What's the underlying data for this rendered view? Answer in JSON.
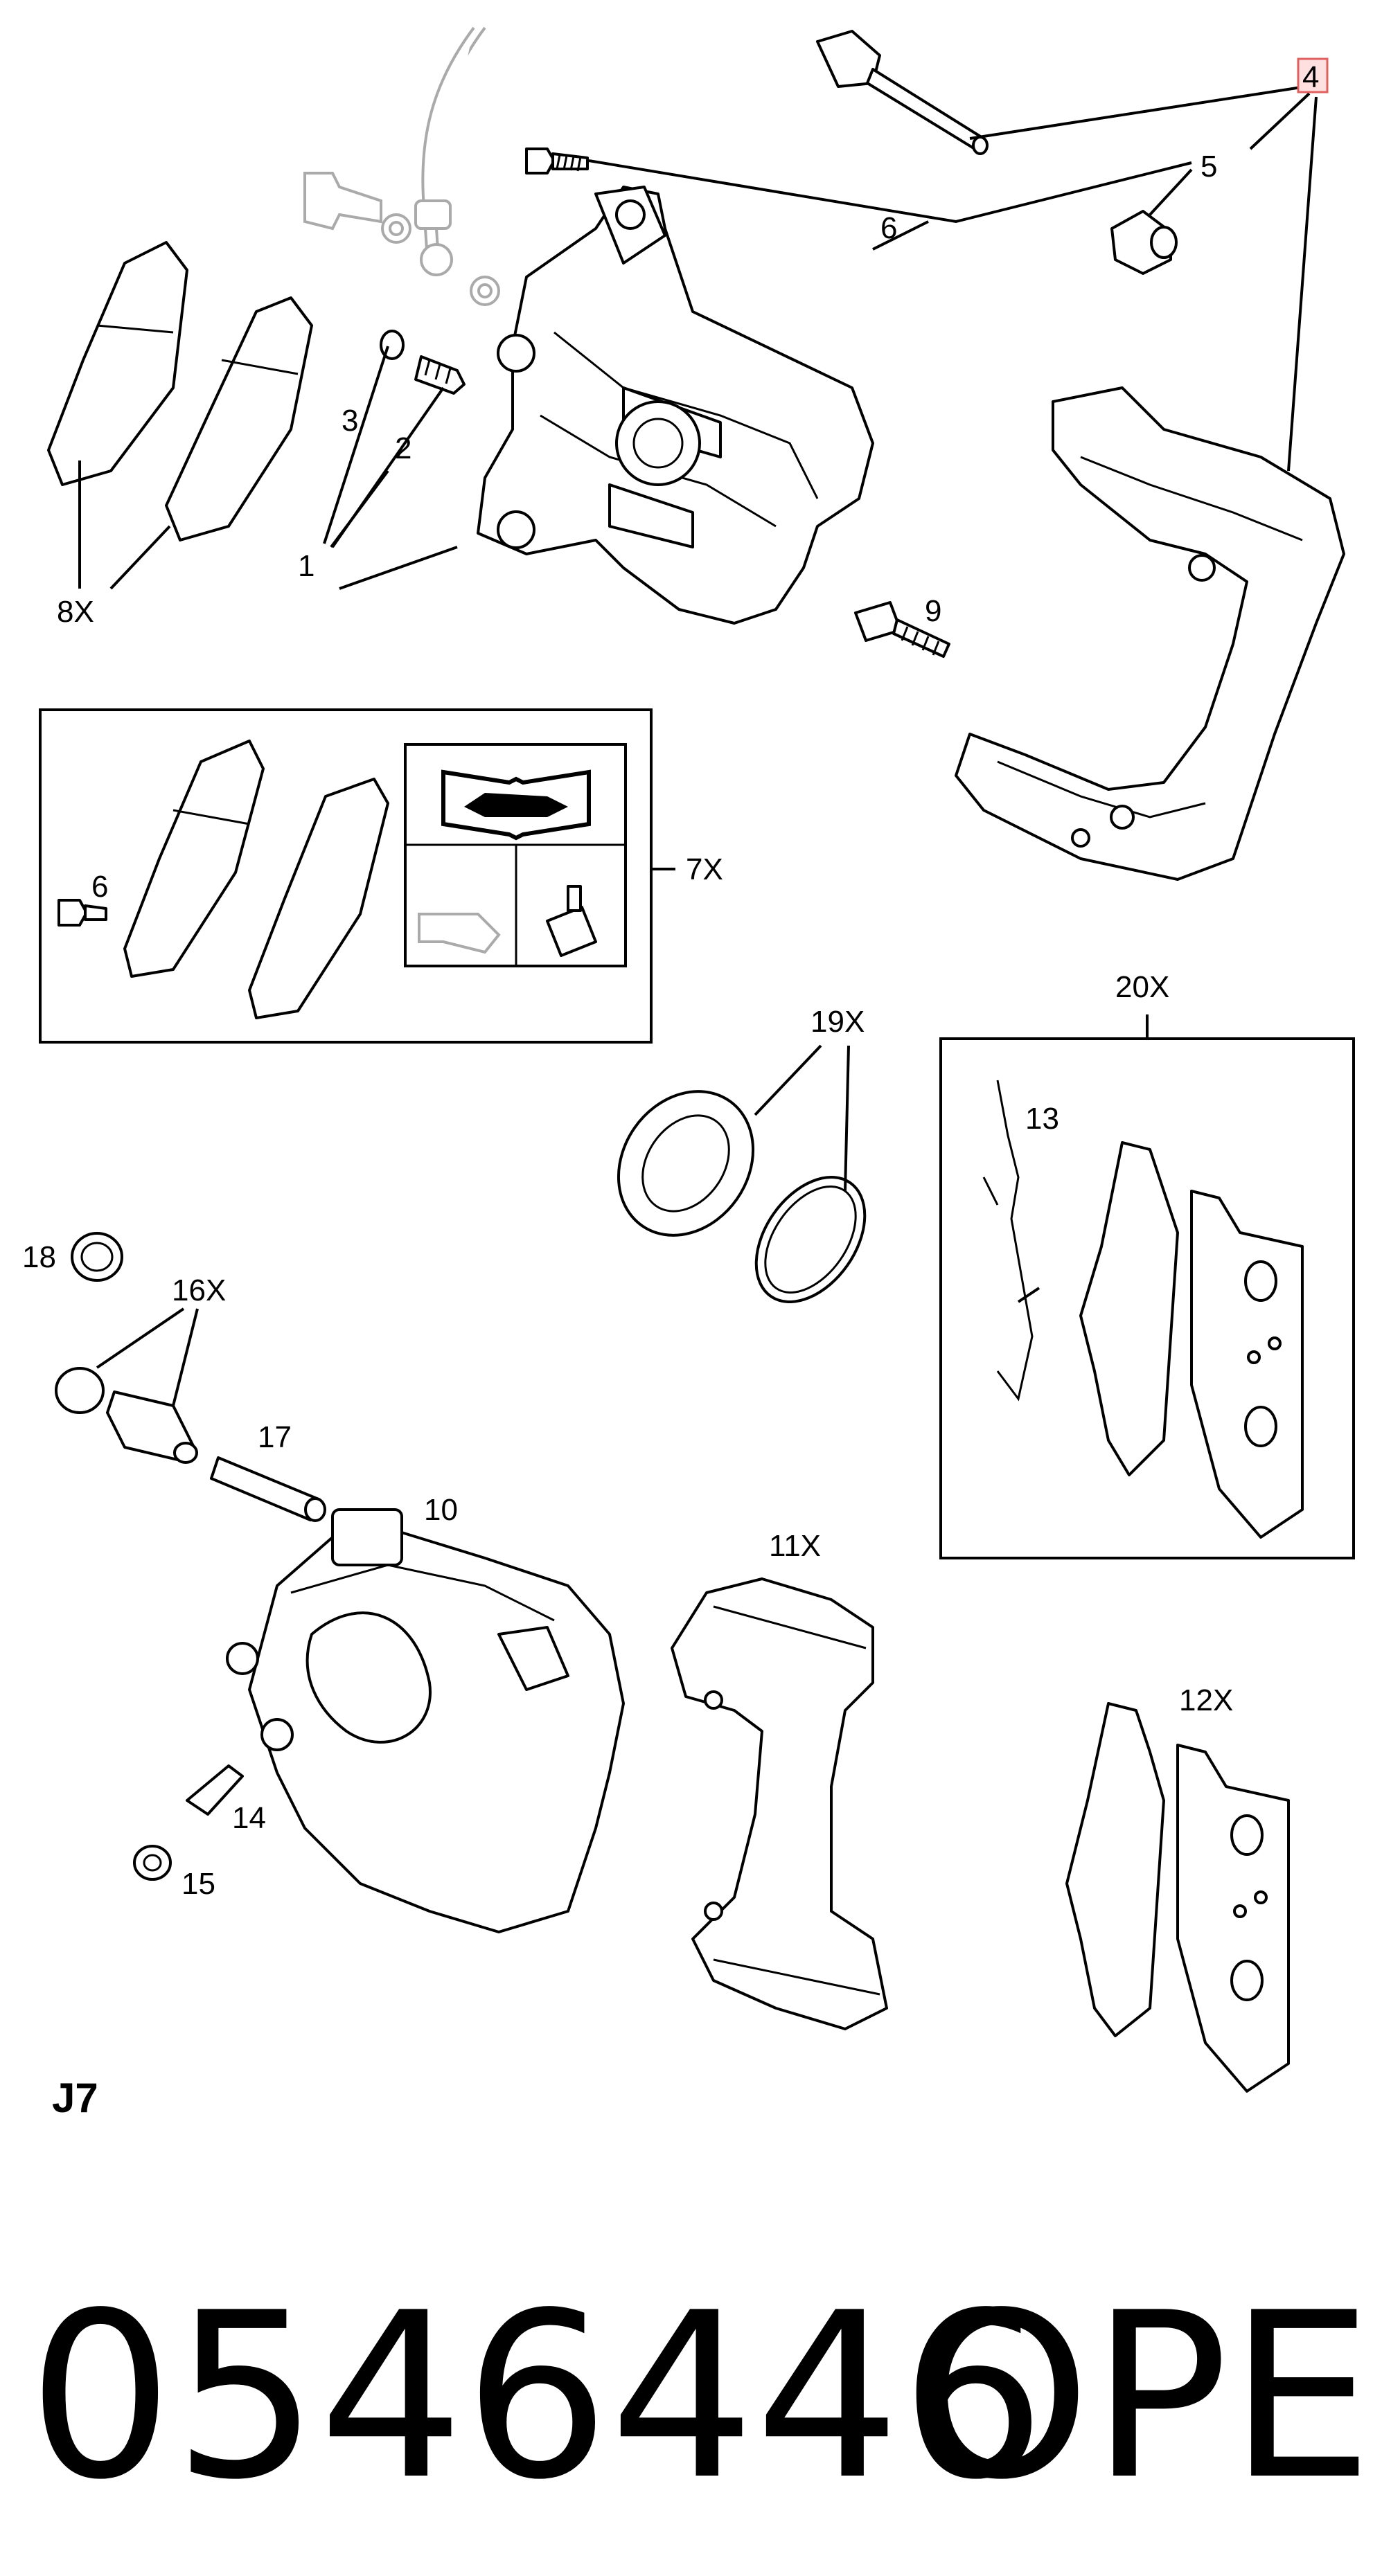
{
  "diagram": {
    "callouts": {
      "c1": "1",
      "c2": "2",
      "c3": "3",
      "c4": "4",
      "c5": "5",
      "c6a": "6",
      "c6b": "6",
      "c7x": "7X",
      "c8x": "8X",
      "c9": "9",
      "c10": "10",
      "c11x": "11X",
      "c12x": "12X",
      "c13": "13",
      "c14": "14",
      "c15": "15",
      "c16x": "16X",
      "c17": "17",
      "c18": "18",
      "c19x": "19X",
      "c20x": "20X"
    },
    "highlight_color": "#e06060",
    "section_label": "J7"
  },
  "footer": {
    "part_number": "0546446",
    "brand": "OPEL"
  }
}
